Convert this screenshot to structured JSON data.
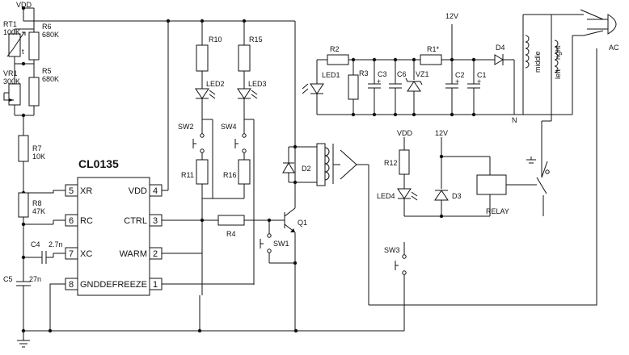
{
  "ic": {
    "name": "CL0135",
    "pins": [
      {
        "num": "5",
        "label": "XR"
      },
      {
        "num": "6",
        "label": "RC"
      },
      {
        "num": "7",
        "label": "XC"
      },
      {
        "num": "8",
        "label": "GND"
      },
      {
        "num": "4",
        "label": "VDD"
      },
      {
        "num": "3",
        "label": "CTRL"
      },
      {
        "num": "2",
        "label": "WARM"
      },
      {
        "num": "1",
        "label": "DEFREEZE"
      }
    ]
  },
  "labels": {
    "vdd_top": "VDD",
    "rt1": "RT1",
    "rt1_val": "100K",
    "rt1_t": "t",
    "r6": "R6",
    "r6_val": "680K",
    "vr1": "VR1",
    "vr1_val": "300K",
    "r5": "R5",
    "r5_val": "680K",
    "r7": "R7",
    "r7_val": "10K",
    "r8": "R8",
    "r8_val": "47K",
    "c4": "C4",
    "c4_val": "2.7n",
    "c5": "C5",
    "c5_val": "27n",
    "r10": "R10",
    "led2": "LED2",
    "sw2": "SW2",
    "r11": "R11",
    "r15": "R15",
    "led3": "LED3",
    "sw4": "SW4",
    "r16": "R16",
    "r4": "R4",
    "sw1": "SW1",
    "q1": "Q1",
    "d2": "D2",
    "r2": "R2",
    "led1": "LED1",
    "r3": "R3",
    "c3": "C3",
    "c6": "C6",
    "vz1": "VZ1",
    "r1": "R1*",
    "v12_top": "12V",
    "c2": "C2",
    "c1": "C1",
    "plus_c3": "+",
    "plus_c2": "+",
    "plus_c1": "+",
    "d4": "D4",
    "n": "N",
    "middle": "middle",
    "right": "right",
    "left": "left",
    "ac": "AC",
    "vdd_r": "VDD",
    "v12_r": "12V",
    "r12": "R12",
    "led4": "LED4",
    "d3": "D3",
    "relay": "RELAY",
    "sw3": "SW3"
  }
}
